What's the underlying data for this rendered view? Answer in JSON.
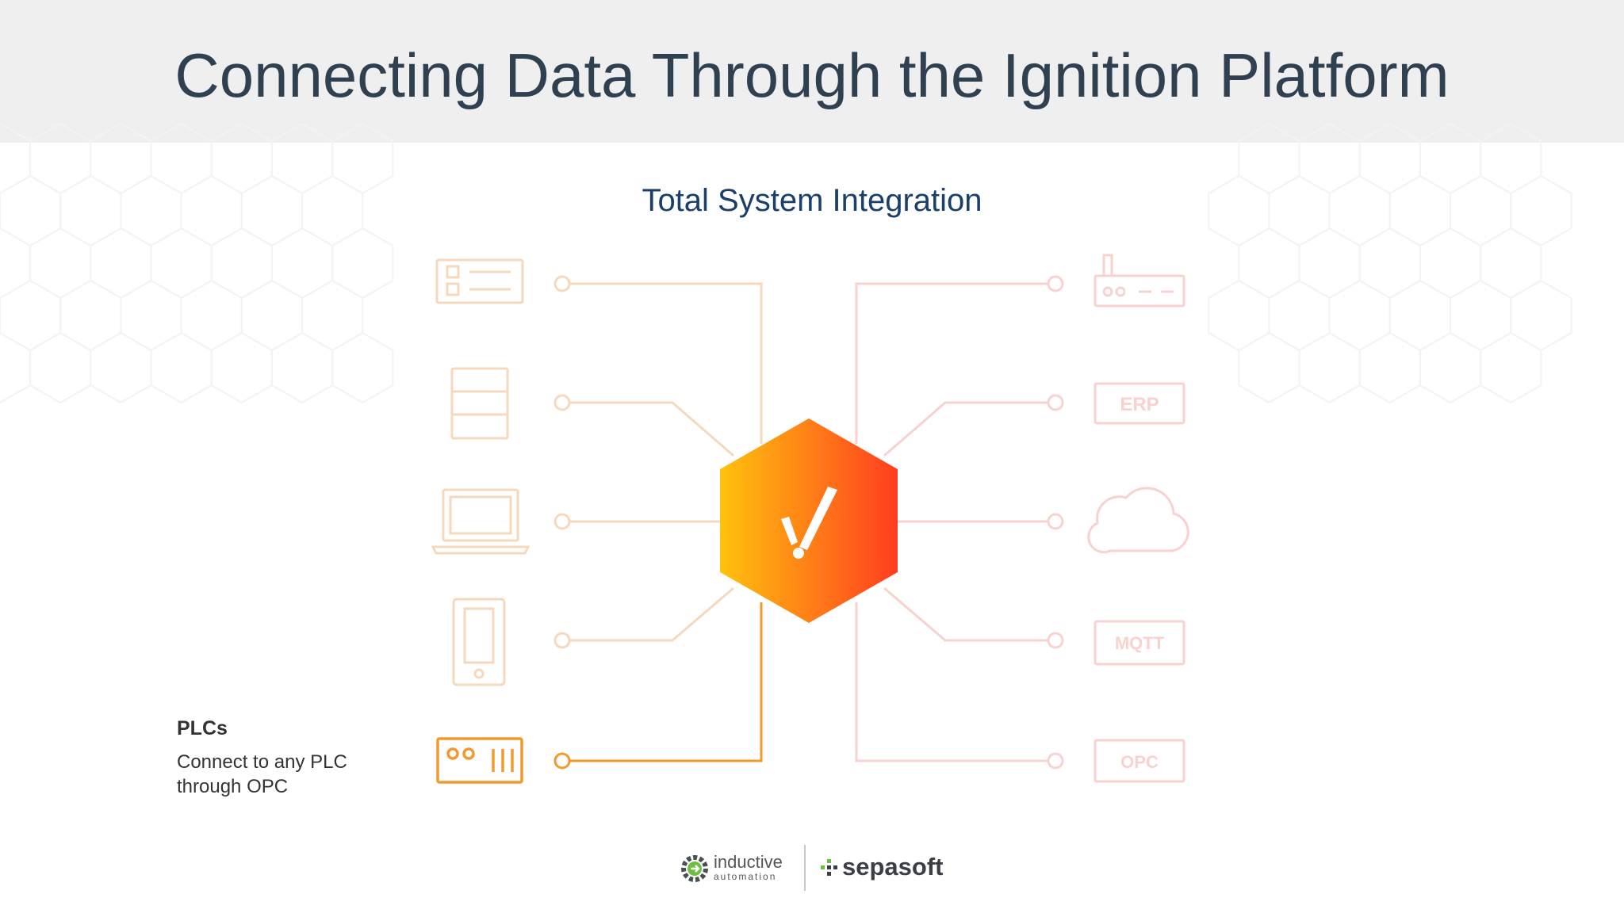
{
  "header": {
    "title": "Connecting Data Through the Ignition Platform"
  },
  "diagram": {
    "subtitle": "Total System Integration",
    "left_nodes": [
      {
        "icon": "dashboard-icon",
        "active": false
      },
      {
        "icon": "server-icon",
        "active": false
      },
      {
        "icon": "laptop-icon",
        "active": false
      },
      {
        "icon": "mobile-icon",
        "active": false
      },
      {
        "icon": "plc-icon",
        "active": true
      }
    ],
    "right_nodes": [
      {
        "icon": "router-icon",
        "label": ""
      },
      {
        "icon": "badge-icon",
        "label": "ERP"
      },
      {
        "icon": "cloud-icon",
        "label": ""
      },
      {
        "icon": "badge-icon",
        "label": "MQTT"
      },
      {
        "icon": "badge-icon",
        "label": "OPC"
      }
    ],
    "hub": {
      "icon": "ignition-logo-icon"
    },
    "plc_callout": {
      "title": "PLCs",
      "description": "Connect to any PLC through OPC"
    },
    "colors": {
      "active": "#f29a2e",
      "faded_left": "#f6d9bd",
      "faded_right": "#f9d2cf",
      "hub_start": "#ffc20e",
      "hub_end": "#ff3d1f"
    }
  },
  "footer": {
    "logo_left_word1": "inductive",
    "logo_left_word2": "automation",
    "logo_right": "sepasoft"
  }
}
